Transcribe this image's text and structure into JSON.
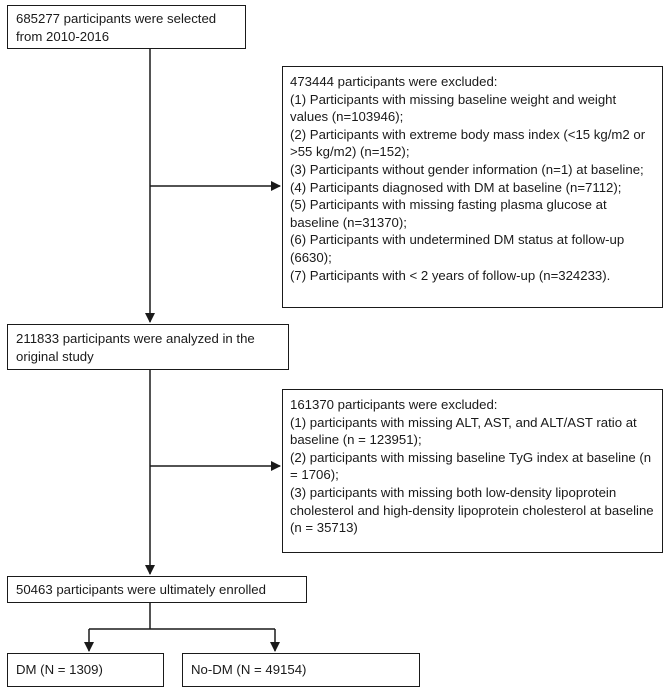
{
  "nodes": {
    "selected": "685277 participants were selected from 2010-2016",
    "excluded1": {
      "title": "473444 participants were excluded:",
      "items": [
        "(1) Participants with missing baseline weight and weight values (n=103946);",
        "(2) Participants with extreme body mass index (<15 kg/m2 or >55 kg/m2) (n=152);",
        "(3) Participants without gender information (n=1) at baseline;",
        "(4) Participants diagnosed with DM at baseline  (n=7112);",
        "(5) Participants with missing fasting plasma glucose at baseline (n=31370);",
        "(6) Participants with undetermined DM status at follow-up (6630);",
        "(7) Participants with < 2 years of follow-up (n=324233)."
      ]
    },
    "analyzed": "211833 participants were analyzed in the original study",
    "excluded2": {
      "title": "161370 participants were excluded:",
      "items": [
        "(1) participants with missing ALT, AST, and ALT/AST ratio at baseline (n = 123951);",
        "(2) participants with missing baseline TyG index at baseline (n = 1706);",
        "(3) participants with missing both low-density lipoprotein cholesterol and high-density lipoprotein cholesterol at baseline (n = 35713)"
      ]
    },
    "enrolled": "50463 participants were ultimately enrolled",
    "dm": "DM (N = 1309)",
    "nodm": "No-DM (N = 49154)"
  }
}
